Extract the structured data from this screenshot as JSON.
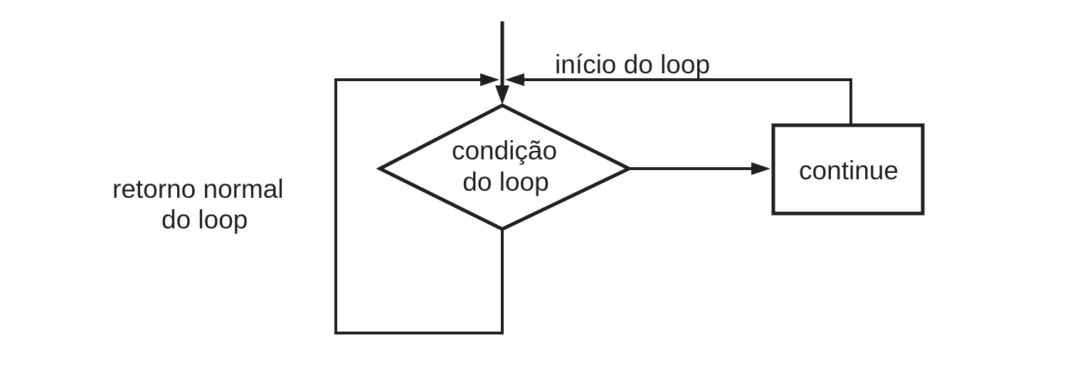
{
  "labels": {
    "loop_start": "início do loop",
    "condition_line1": "condição",
    "condition_line2": "do loop",
    "continue": "continue",
    "normal_return_line1": "retorno normal",
    "normal_return_line2": "do loop"
  },
  "colors": {
    "stroke": "#231f20",
    "background": "#ffffff"
  }
}
